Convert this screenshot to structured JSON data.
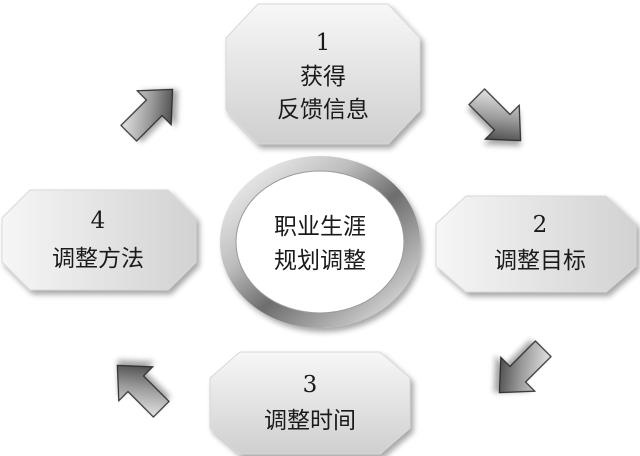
{
  "diagram": {
    "center": {
      "line1": "职业生涯",
      "line2": "规划调整"
    },
    "steps": [
      {
        "number": "1",
        "line1": "获得",
        "line2": "反馈信息"
      },
      {
        "number": "2",
        "line1": "调整目标",
        "line2": ""
      },
      {
        "number": "3",
        "line1": "调整时间",
        "line2": ""
      },
      {
        "number": "4",
        "line1": "调整方法",
        "line2": ""
      }
    ],
    "arrows": [
      {
        "icon": "arrow-down-right-icon"
      },
      {
        "icon": "arrow-down-left-icon"
      },
      {
        "icon": "arrow-up-left-icon"
      },
      {
        "icon": "arrow-up-right-icon"
      }
    ]
  }
}
